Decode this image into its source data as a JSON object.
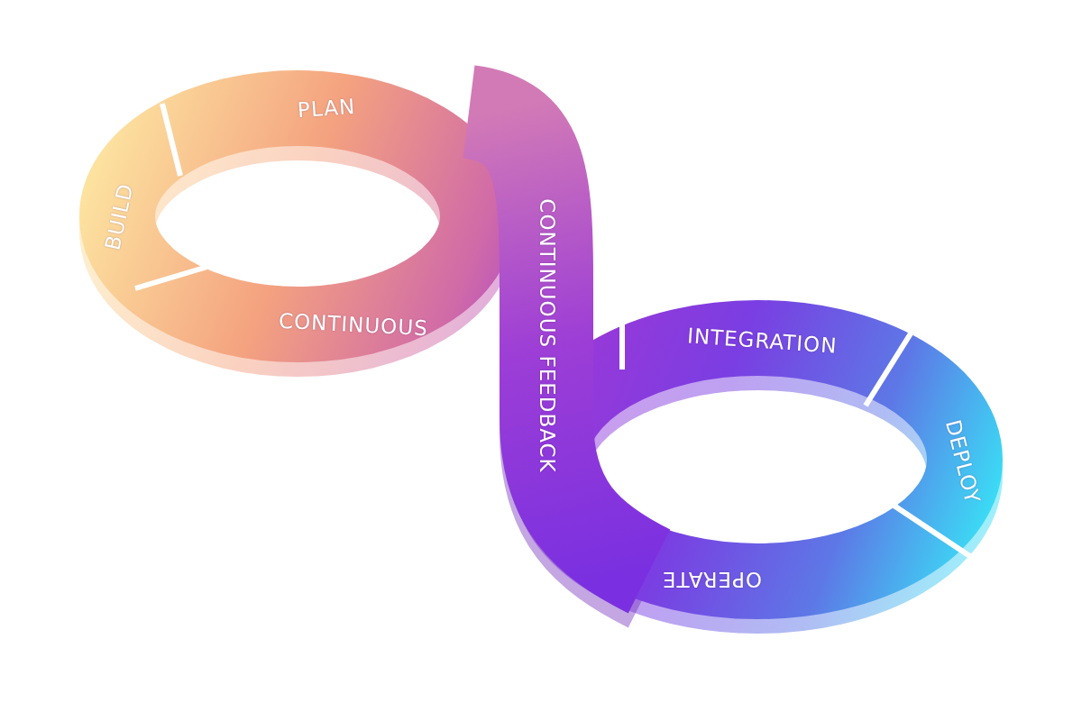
{
  "diagram": {
    "labels": [
      "PLAN",
      "BUILD",
      "CONTINUOUS",
      "CONTINUOUS FEEDBACK",
      "INTEGRATION",
      "DEPLOY",
      "OPERATE"
    ]
  }
}
